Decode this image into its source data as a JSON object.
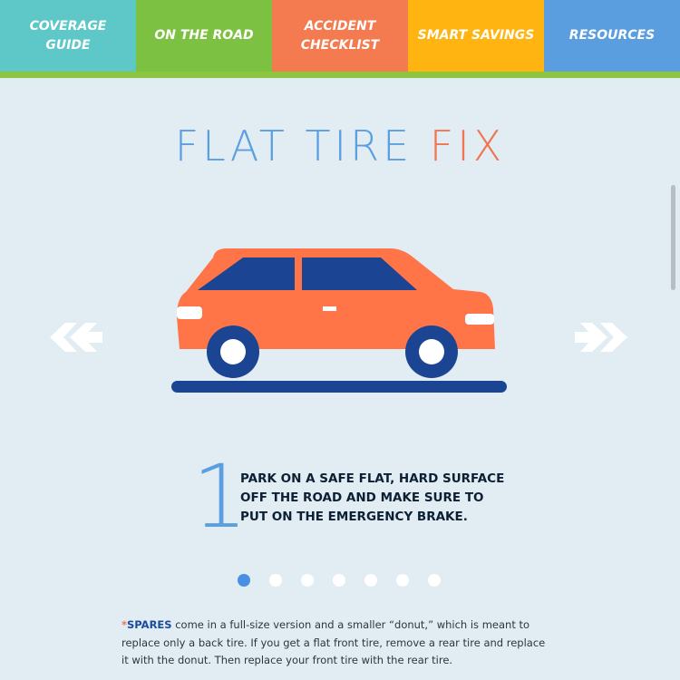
{
  "nav": {
    "tabs": [
      {
        "label": "COVERAGE GUIDE",
        "color": "#5ec7c8"
      },
      {
        "label": "ON THE ROAD",
        "color": "#7dc142",
        "active": true
      },
      {
        "label": "ACCIDENT CHECKLIST",
        "color": "#f47b50"
      },
      {
        "label": "SMART SAVINGS",
        "color": "#ffb411"
      },
      {
        "label": "RESOURCES",
        "color": "#5b9ee0"
      }
    ],
    "active_underline_color": "#8cc63f"
  },
  "title": {
    "main": "FLAT TIRE",
    "accent": "FIX"
  },
  "carousel": {
    "prev_icon": "double-chevron-left-icon",
    "next_icon": "double-chevron-right-icon",
    "image_icon": "car-icon",
    "colors": {
      "car_body": "#ff7547",
      "windows": "#1b4592",
      "wheels": "#1b4592",
      "road": "#1b4592"
    }
  },
  "step": {
    "number": "1",
    "text": "PARK ON A SAFE FLAT, HARD SURFACE OFF THE ROAD AND MAKE SURE TO PUT ON THE EMERGENCY BRAKE.",
    "current": 1,
    "total": 7
  },
  "footnote": {
    "marker": "*",
    "keyword": "SPARES",
    "text": " come in a full-size version and a smaller “donut,” which is meant to replace only a back tire. If you get a flat front tire, remove a rear tire and replace it with the donut. Then replace your front tire with the rear tire."
  }
}
